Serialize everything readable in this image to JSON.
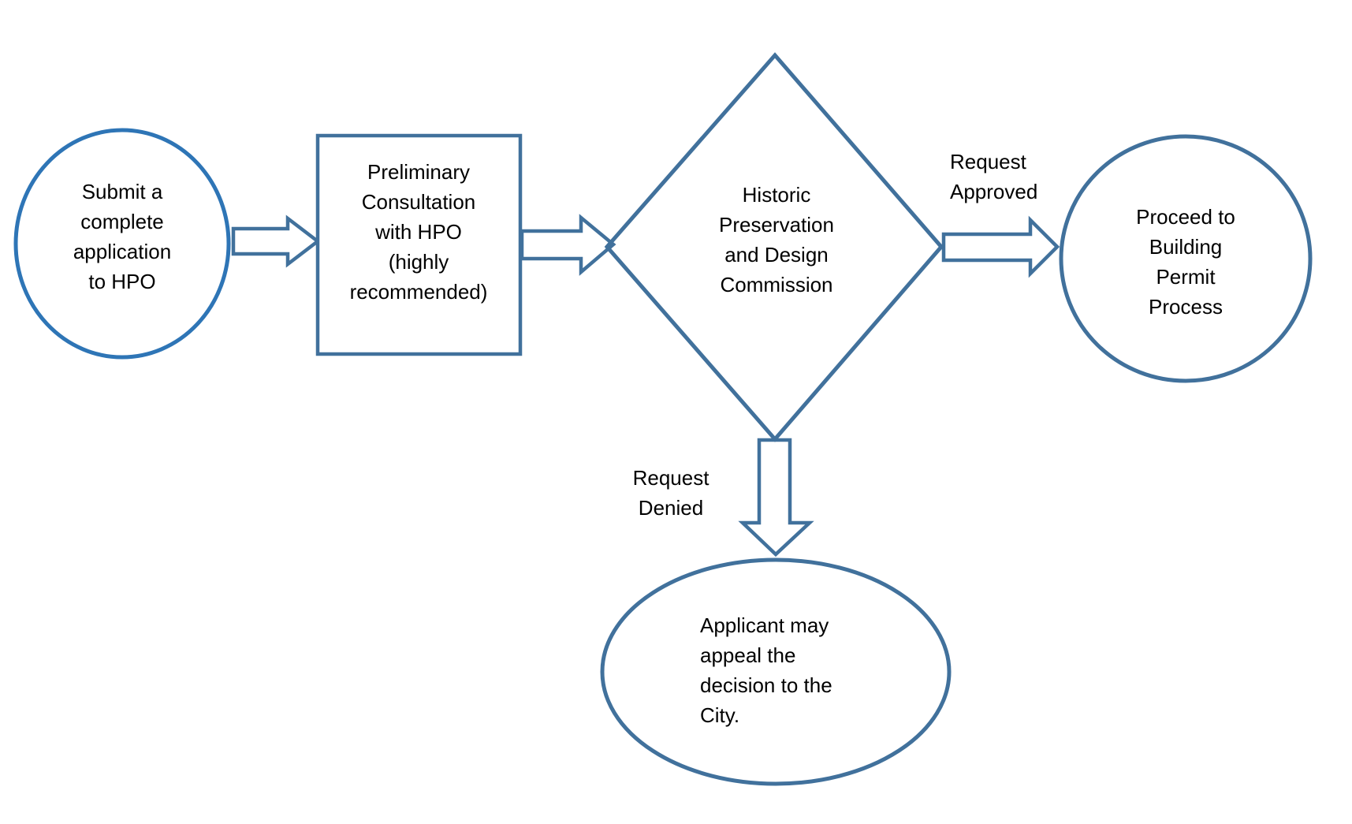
{
  "diagram": {
    "type": "flowchart",
    "colors": {
      "circle_stroke": "#2E75B6",
      "shape_stroke": "#41719C",
      "text": "#000000",
      "bg": "#FFFFFF"
    },
    "nodes": [
      {
        "id": "submit",
        "shape": "circle",
        "label": "Submit a\ncomplete\napplication\nto HPO"
      },
      {
        "id": "consult",
        "shape": "rectangle",
        "label": "Preliminary\nConsultation\nwith HPO\n(highly\nrecommended)"
      },
      {
        "id": "commission",
        "shape": "diamond",
        "label": "Historic\nPreservation\nand Design\nCommission"
      },
      {
        "id": "permit",
        "shape": "circle",
        "label": "Proceed to\nBuilding\nPermit\nProcess"
      },
      {
        "id": "appeal",
        "shape": "ellipse",
        "label": "Applicant may\nappeal the\ndecision to the\nCity."
      }
    ],
    "edges": [
      {
        "id": "submit-to-consult",
        "from": "submit",
        "to": "consult",
        "label": ""
      },
      {
        "id": "consult-to-commission",
        "from": "consult",
        "to": "commission",
        "label": ""
      },
      {
        "id": "commission-to-permit",
        "from": "commission",
        "to": "permit",
        "label": "Request\nApproved"
      },
      {
        "id": "commission-to-appeal",
        "from": "commission",
        "to": "appeal",
        "label": "Request\nDenied"
      }
    ]
  }
}
